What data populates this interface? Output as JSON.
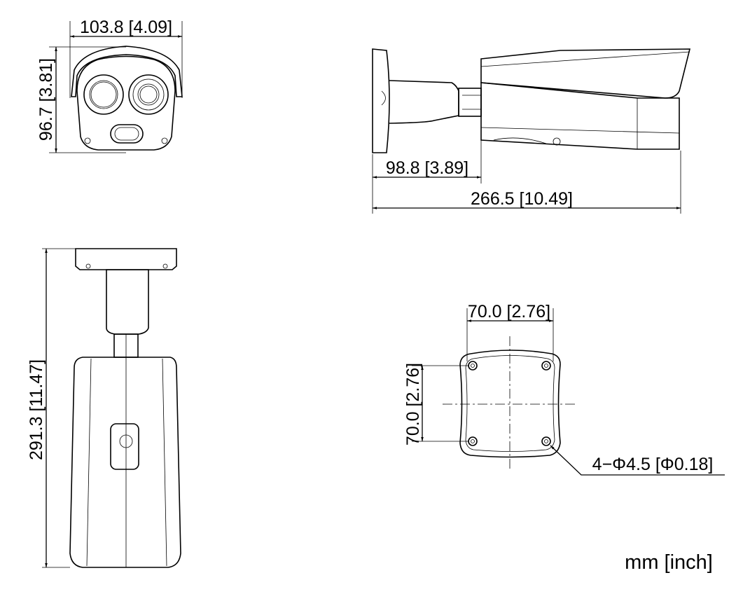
{
  "front_view": {
    "width_label": "103.8 [4.09]",
    "height_label": "96.7 [3.81]"
  },
  "side_view": {
    "bracket_length_label": "98.8 [3.89]",
    "total_length_label": "266.5 [10.49]"
  },
  "top_view": {
    "total_length_label": "291.3 [11.47]"
  },
  "mount_view": {
    "horizontal_spacing_label": "70.0 [2.76]",
    "vertical_spacing_label": "70.0 [2.76]",
    "hole_label": "4−Φ4.5 [Φ0.18]"
  },
  "units_label": "mm [inch]"
}
